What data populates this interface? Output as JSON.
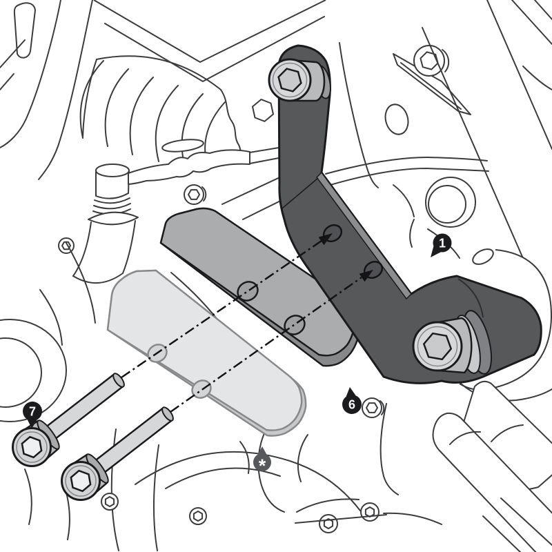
{
  "figure": {
    "title": "Engine guard bracket installation – exploded assembly illustration",
    "type": "technical-line-art",
    "background": "#ffffff",
    "line_color": "#3a3b3d"
  },
  "callouts": {
    "c1": {
      "label": "1",
      "color": "#1b1b1d",
      "text_color": "#ffffff",
      "points_to": "mounting bracket",
      "tail": "down-left"
    },
    "c6": {
      "label": "6",
      "color": "#1b1b1d",
      "text_color": "#ffffff",
      "points_to": "spacer plate",
      "tail": "up"
    },
    "c7": {
      "label": "7",
      "color": "#1b1b1d",
      "text_color": "#ffffff",
      "points_to": "socket head bolts",
      "tail": "down"
    },
    "cstar": {
      "label": "*",
      "color": "#57585c",
      "text_color": "#ffffff",
      "points_to": "backing plate",
      "tail": "up"
    }
  },
  "parts": {
    "bracket": {
      "callout": "1",
      "fill": "#57585a",
      "bevel": "#8c8d8f",
      "holes": 2
    },
    "spacer_plate": {
      "callout": "6",
      "fill": "#abacae",
      "bevel": "#87888a",
      "holes": 2
    },
    "backing_plate": {
      "callout": "*",
      "fill": "#e4e5e6",
      "bevel": "#c8c9cb",
      "holes": 2
    },
    "bolts": {
      "callout": "7",
      "count": 2,
      "head_fill": "#d3d4d6",
      "shaft_fill": "#d6d7d9"
    }
  },
  "assembly_axes": {
    "count": 2,
    "style": "dash-dot",
    "arrowheads": 2
  }
}
